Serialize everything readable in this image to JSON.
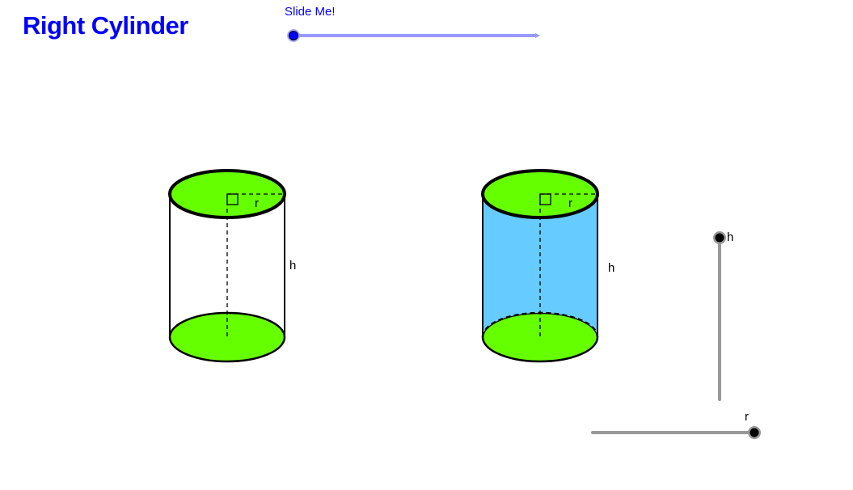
{
  "header": {
    "title": "Right Cylinder"
  },
  "slider": {
    "label": "Slide Me!",
    "value_position": 0,
    "track_color": "#9999ff",
    "knob_color": "#0000ff"
  },
  "cylinders": [
    {
      "id": "left",
      "radius_label": "r",
      "height_label": "h",
      "base_color": "#66ff00",
      "lateral_fill": "#ffffff"
    },
    {
      "id": "right",
      "radius_label": "r",
      "height_label": "h",
      "base_color": "#66ff00",
      "lateral_fill": "#66ccff"
    }
  ],
  "controls": {
    "height_segment": {
      "label": "h",
      "color": "#999999"
    },
    "radius_segment": {
      "label": "r",
      "color": "#999999"
    }
  }
}
